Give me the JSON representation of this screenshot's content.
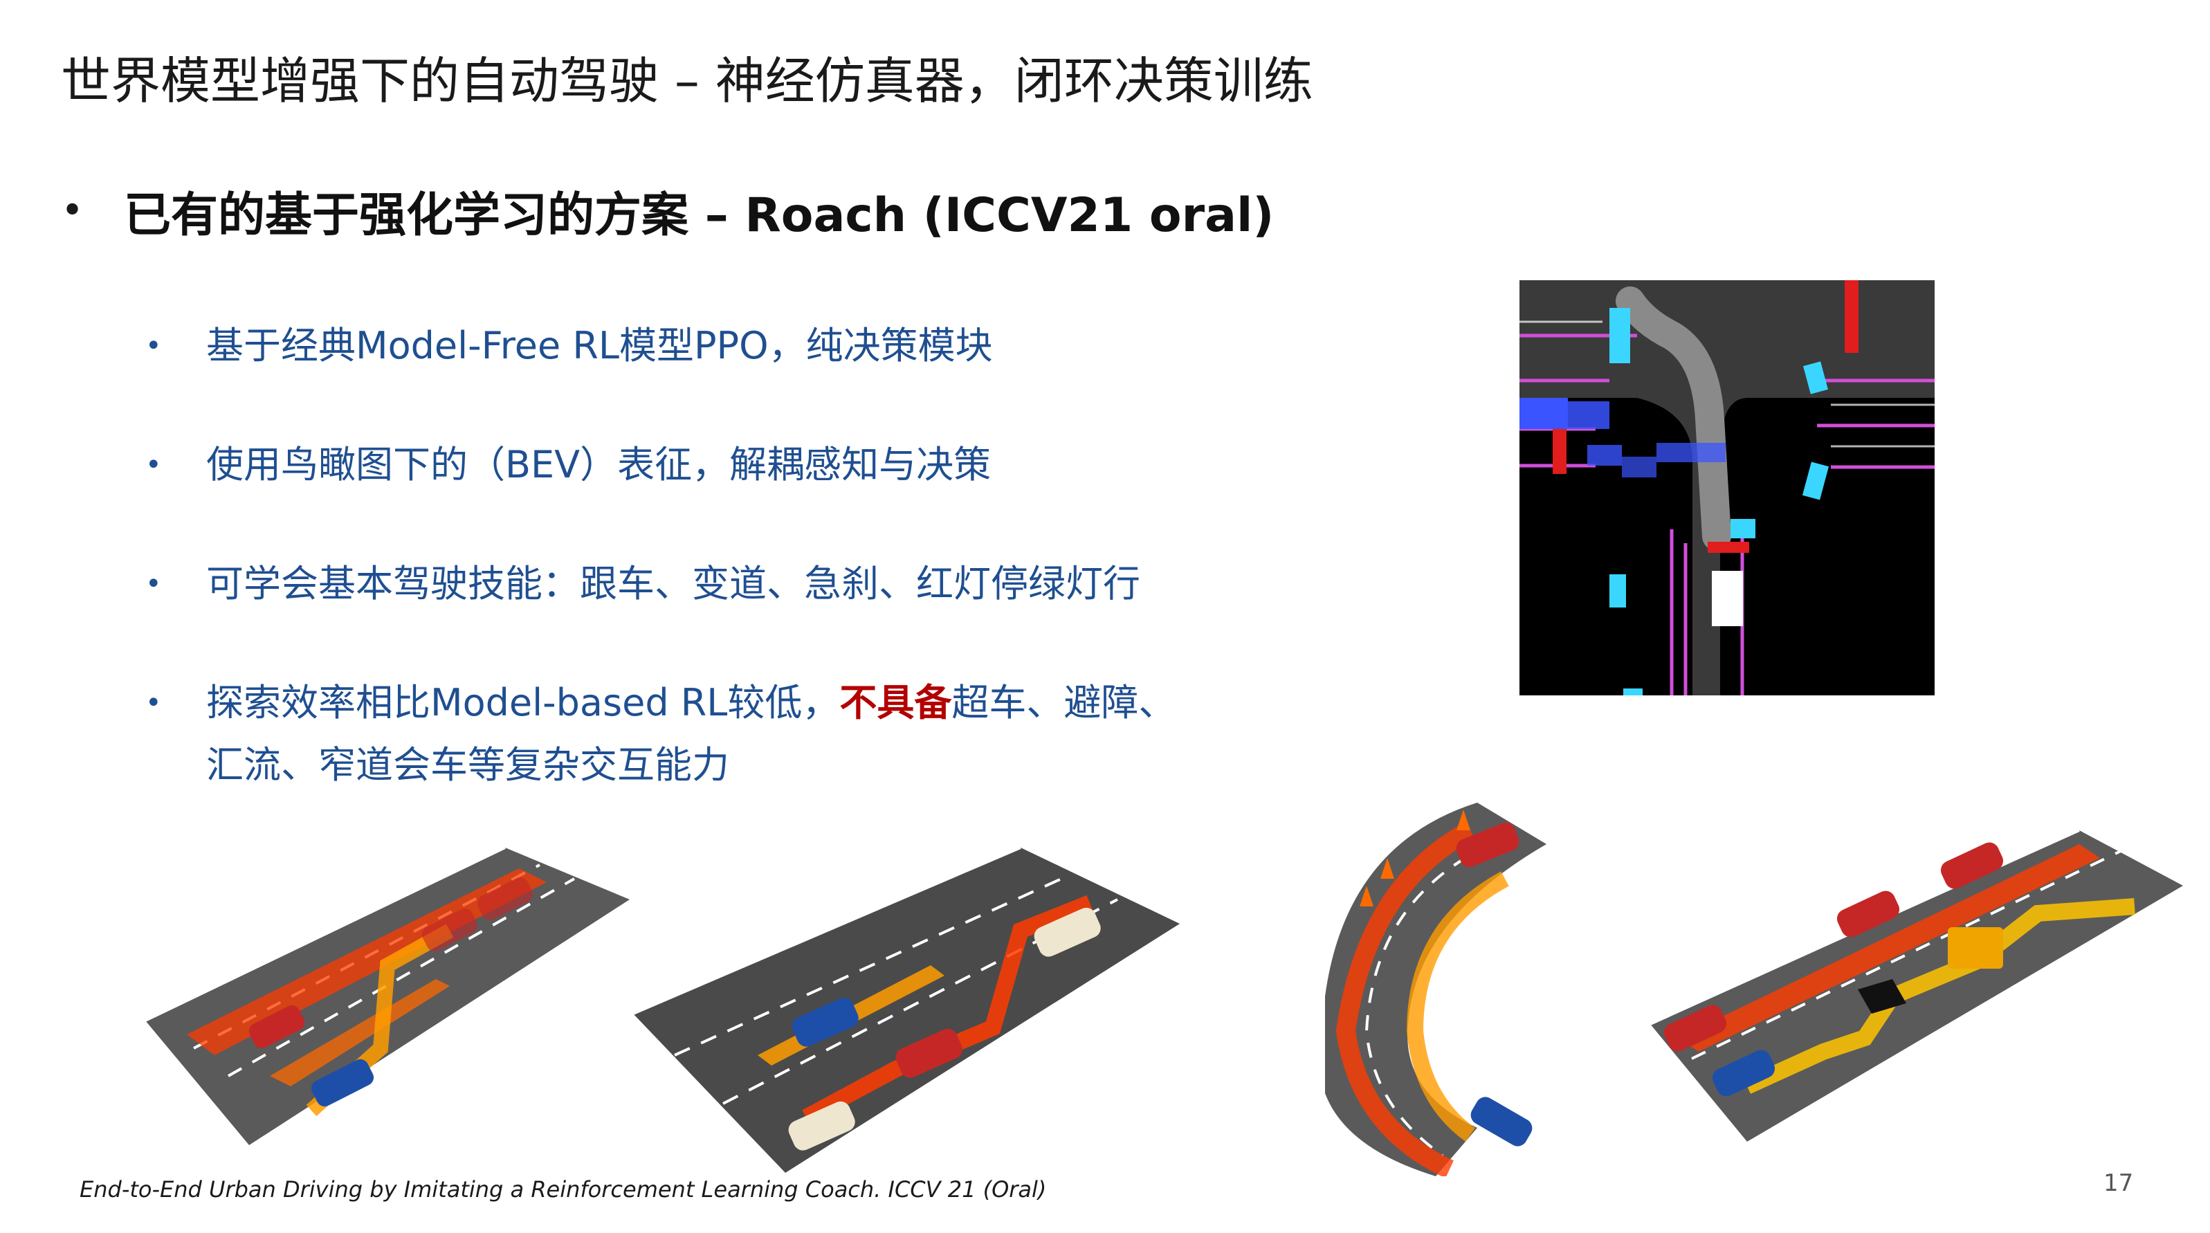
{
  "slide": {
    "title": "世界模型增强下的自动驾驶 – 神经仿真器，闭环决策训练",
    "main_bullet": "已有的基于强化学习的方案 – Roach (ICCV21 oral)",
    "bullets": [
      {
        "text": "基于经典Model-Free RL模型PPO，纯决策模块"
      },
      {
        "text": "使用鸟瞰图下的（BEV）表征，解耦感知与决策"
      },
      {
        "text": "可学会基本驾驶技能：跟车、变道、急刹、红灯停绿灯行"
      },
      {
        "line1_a": "探索效率相比Model-based RL较低，",
        "line1_highlight": "不具备",
        "line1_b": "超车、避障、",
        "line2": "汇流、窄道会车等复杂交互能力"
      }
    ],
    "footnote": "End-to-End Urban Driving by Imitating a Reinforcement Learning Coach. ICCV 21 (Oral)",
    "page_number": "17"
  },
  "colors": {
    "title": "#1a1a1a",
    "bullet_text": "#1f4f91",
    "highlight": "#b30000",
    "bev_background": "#000000",
    "road_gray": "#5a5a5a",
    "car_red": "#d32f2f",
    "car_blue": "#1e4fa8",
    "arrow_orange": "#ff8a00"
  },
  "images": [
    {
      "name": "bev-map",
      "depicts": "bird's-eye-view semantic raster"
    },
    {
      "name": "merge-scene",
      "depicts": "highway merge"
    },
    {
      "name": "overtake-scene",
      "depicts": "lane change overtaking"
    },
    {
      "name": "curve-scene",
      "depicts": "curved road with cones"
    },
    {
      "name": "obstacle-scene",
      "depicts": "obstacle avoidance"
    }
  ]
}
